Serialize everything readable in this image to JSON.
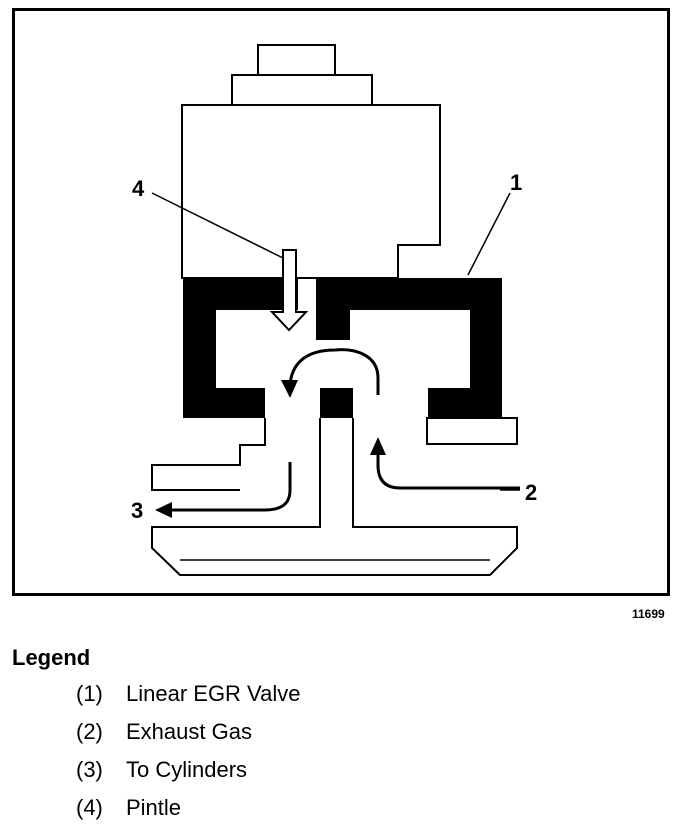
{
  "diagram": {
    "callouts": {
      "c1": "1",
      "c2": "2",
      "c3": "3",
      "c4": "4"
    },
    "figure_id": "11699"
  },
  "legend": {
    "title": "Legend",
    "items": [
      {
        "num": "(1)",
        "label": "Linear EGR Valve"
      },
      {
        "num": "(2)",
        "label": "Exhaust Gas"
      },
      {
        "num": "(3)",
        "label": "To Cylinders"
      },
      {
        "num": "(4)",
        "label": "Pintle"
      }
    ]
  },
  "colors": {
    "ink": "#000000",
    "paper": "#ffffff"
  }
}
